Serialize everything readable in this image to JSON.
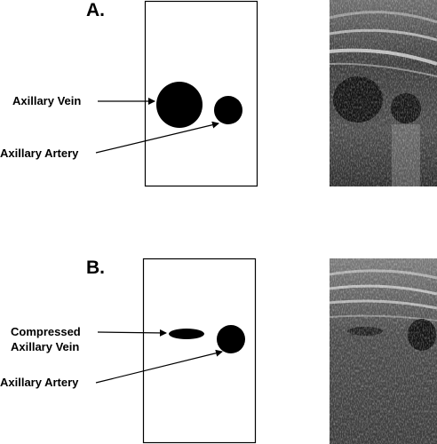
{
  "panels": [
    {
      "letter": "A.",
      "vein_label": "Axillary Vein",
      "artery_label": "Axillary Artery"
    },
    {
      "letter": "B.",
      "vein_label_line1": "Compressed",
      "vein_label_line2": "Axillary Vein",
      "artery_label": "Axillary Artery"
    }
  ],
  "colors": {
    "ink": "#000000",
    "background": "#ffffff"
  }
}
